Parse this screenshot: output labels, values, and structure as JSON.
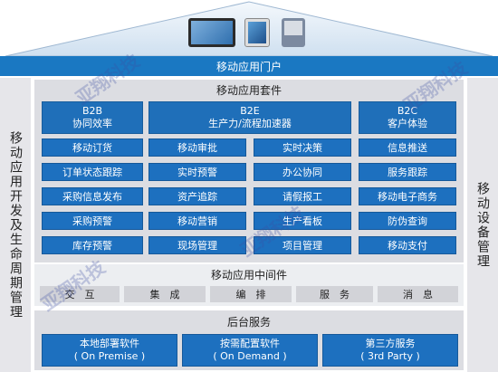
{
  "portal": {
    "title": "移动应用门户"
  },
  "left_side": {
    "label": "移动应用开发及生命周期管理"
  },
  "right_side": {
    "label": "移动设备管理"
  },
  "suite": {
    "title": "移动应用套件",
    "b2b": {
      "head_1": "B2B",
      "head_2": "协同效率",
      "items": [
        "移动订货",
        "订单状态跟踪",
        "采购信息发布",
        "采购预警",
        "库存预警"
      ]
    },
    "b2e": {
      "head_1": "B2E",
      "head_2": "生产力/流程加速器",
      "items_left": [
        "移动审批",
        "实时预警",
        "资产追踪",
        "移动营销",
        "现场管理"
      ],
      "items_right": [
        "实时决策",
        "办公协同",
        "请假报工",
        "生产看板",
        "项目管理"
      ]
    },
    "b2c": {
      "head_1": "B2C",
      "head_2": "客户体验",
      "items": [
        "信息推送",
        "服务跟踪",
        "移动电子商务",
        "防伪查询",
        "移动支付"
      ]
    }
  },
  "middleware": {
    "title": "移动应用中间件",
    "items": [
      "交　互",
      "集　成",
      "编　排",
      "服　务",
      "消　息"
    ]
  },
  "backend": {
    "title": "后台服务",
    "items": [
      {
        "line1": "本地部署软件",
        "line2": "( On Premise )"
      },
      {
        "line1": "按需配置软件",
        "line2": "( On Demand )"
      },
      {
        "line1": "第三方服务",
        "line2": "( 3rd Party )"
      }
    ]
  },
  "watermark": "亚翔科技",
  "colors": {
    "primary_blue": "#1d70bf",
    "portal_blue": "#1a78c2",
    "panel_grey": "#dcdde2"
  }
}
